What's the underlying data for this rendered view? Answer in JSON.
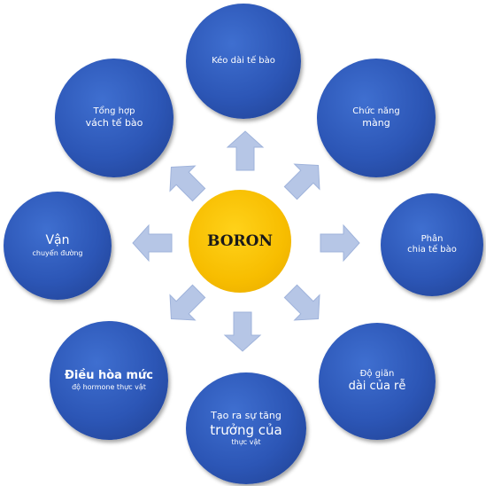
{
  "center": {
    "label": "BORON"
  },
  "nodes": {
    "top": {
      "lines": [
        "Kéo dài tế bào"
      ]
    },
    "top_right": {
      "lines": [
        "Chức năng",
        "màng"
      ]
    },
    "right": {
      "lines": [
        "Phân",
        "chia tế bào"
      ]
    },
    "bottom_right": {
      "lines": [
        "Độ giãn",
        "dài của rễ"
      ]
    },
    "bottom": {
      "lines": [
        "Tạo ra sự tăng",
        "trưởng của",
        "thực vật"
      ]
    },
    "bottom_left": {
      "lines": [
        "Điều hòa mức",
        "độ hormone thực vật"
      ]
    },
    "left": {
      "lines": [
        "Vận",
        "chuyển đường"
      ]
    },
    "top_left": {
      "lines": [
        "Tổng hợp",
        "vách tế bào"
      ]
    }
  },
  "colors": {
    "node_fill": "#2c56b6",
    "center_fill": "#f7bd00",
    "arrow_fill": "#b6c6e6"
  }
}
